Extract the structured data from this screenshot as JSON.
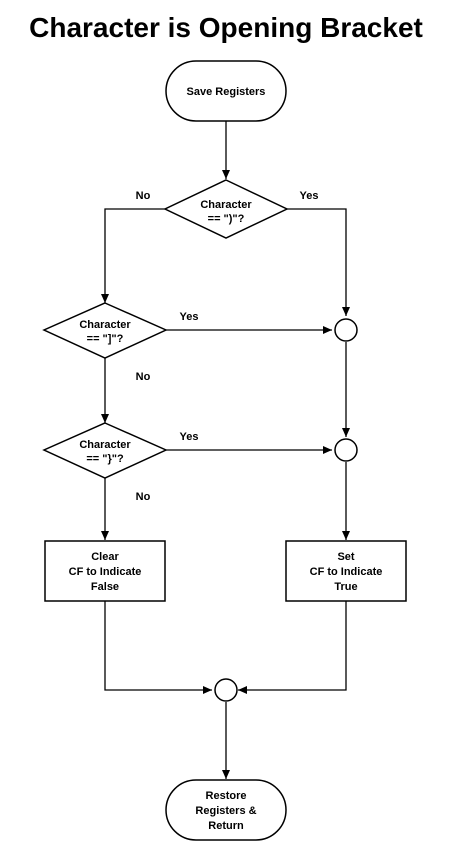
{
  "title": "Character is Opening Bracket",
  "nodes": {
    "save_registers": "Save Registers",
    "check_paren": [
      "Character",
      "== \")\"?"
    ],
    "check_square": [
      "Character",
      "== \"]\"?"
    ],
    "check_curly": [
      "Character",
      "== \"}\"?"
    ],
    "clear_cf": [
      "Clear",
      "CF to Indicate",
      "False"
    ],
    "set_cf": [
      "Set",
      "CF to Indicate",
      "True"
    ],
    "restore": [
      "Restore",
      "Registers &",
      "Return"
    ]
  },
  "edge_labels": {
    "paren_no": "No",
    "paren_yes": "Yes",
    "square_yes": "Yes",
    "square_no": "No",
    "curly_yes": "Yes",
    "curly_no": "No"
  }
}
